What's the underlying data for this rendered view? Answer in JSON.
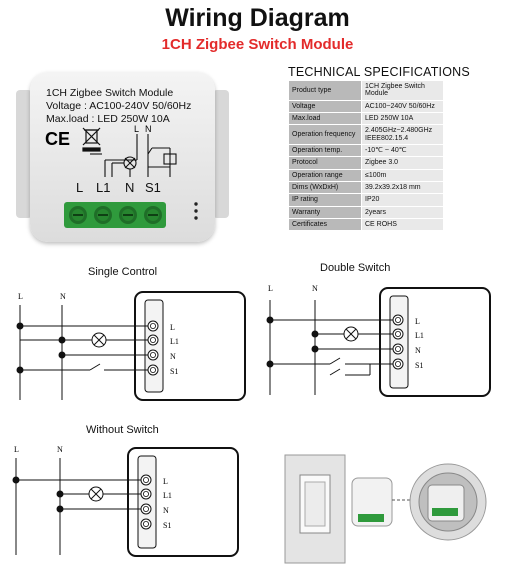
{
  "header": {
    "title": "Wiring Diagram",
    "subtitle": "1CH Zigbee Switch Module"
  },
  "module": {
    "line1": "1CH Zigbee Switch Module",
    "line2": "Voltage : AC100-240V 50/60Hz",
    "line3": "Max.load : LED 250W  10A",
    "ce_mark": "CE",
    "schematic_labels": [
      "L",
      "N"
    ],
    "terminals": [
      "L",
      "L1",
      "N",
      "S1"
    ]
  },
  "specs": {
    "title": "TECHNICAL SPECIFICATIONS",
    "rows": [
      {
        "key": "Product type",
        "value": "1CH Zigbee Switch Module"
      },
      {
        "key": "Voltage",
        "value": "AC100~240V 50/60Hz"
      },
      {
        "key": "Max.load",
        "value": "LED 250W  10A"
      },
      {
        "key": "Operation frequency",
        "value": "2.405GHz~2.480GHz IEEE802.15.4"
      },
      {
        "key": "Operation temp.",
        "value": "-10℃ ~ 40℃"
      },
      {
        "key": "Protocol",
        "value": "Zigbee  3.0"
      },
      {
        "key": "Operation range",
        "value": "≤100m"
      },
      {
        "key": "Dims (WxDxH)",
        "value": "39.2x39.2x18 mm"
      },
      {
        "key": "IP rating",
        "value": "IP20"
      },
      {
        "key": "Warranty",
        "value": "2years"
      },
      {
        "key": "Certificates",
        "value": "CE ROHS"
      }
    ]
  },
  "diagrams": {
    "single": {
      "title": "Single Control"
    },
    "double": {
      "title": "Double Switch"
    },
    "without": {
      "title": "Without Switch"
    },
    "line_labels": [
      "L",
      "N"
    ],
    "terminal_labels": [
      "L",
      "L1",
      "N",
      "S1"
    ]
  }
}
